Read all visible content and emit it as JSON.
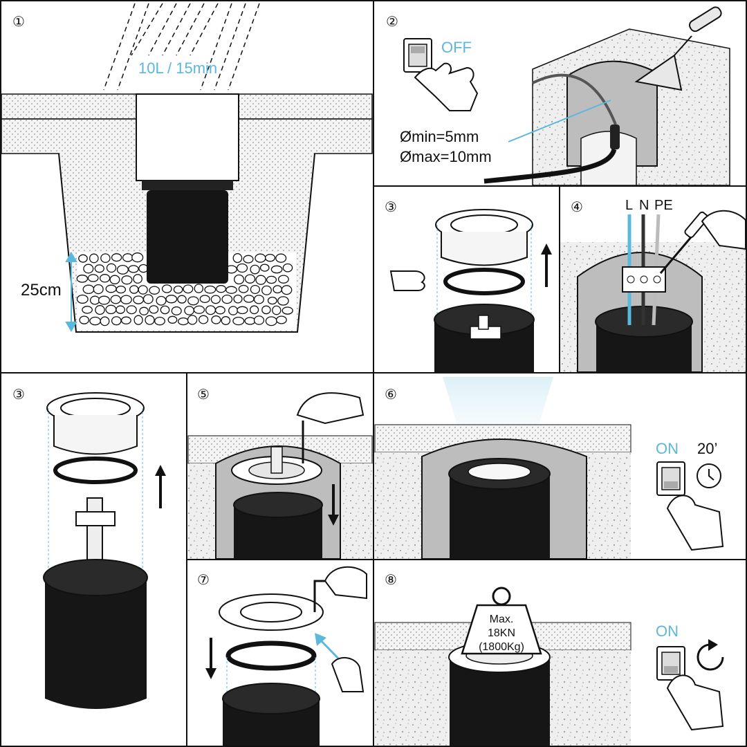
{
  "colors": {
    "accent": "#5ab8dc",
    "ink": "#111111",
    "cylinder": "#1c1c1c",
    "concrete": "#ececec",
    "panel_border": "#111111"
  },
  "panels": [
    {
      "id": "p1",
      "step": "①",
      "labels": {
        "rain": "10L / 15min",
        "depth": "25cm"
      }
    },
    {
      "id": "p2",
      "step": "②",
      "labels": {
        "switch": "OFF",
        "dmin": "Ømin=5mm",
        "dmax": "Ømax=10mm"
      }
    },
    {
      "id": "p3a",
      "step": "③"
    },
    {
      "id": "p4",
      "step": "④",
      "labels": {
        "l": "L",
        "n": "N",
        "pe": "PE"
      }
    },
    {
      "id": "p3b",
      "step": "③"
    },
    {
      "id": "p5",
      "step": "⑤"
    },
    {
      "id": "p6",
      "step": "⑥",
      "labels": {
        "switch": "ON",
        "time": "20’"
      }
    },
    {
      "id": "p7",
      "step": "⑦"
    },
    {
      "id": "p8",
      "step": "⑧",
      "labels": {
        "switch": "ON",
        "weight_line1": "Max.",
        "weight_line2": "18KN",
        "weight_line3": "(1800Kg)"
      }
    }
  ],
  "icons": [
    "hand-icon",
    "switch-icon",
    "trowel-icon",
    "screwdriver-icon",
    "hex-key-icon",
    "clock-icon",
    "refresh-icon",
    "weight-icon",
    "arrow-up-icon",
    "arrow-down-icon",
    "pointing-hand-icon"
  ]
}
